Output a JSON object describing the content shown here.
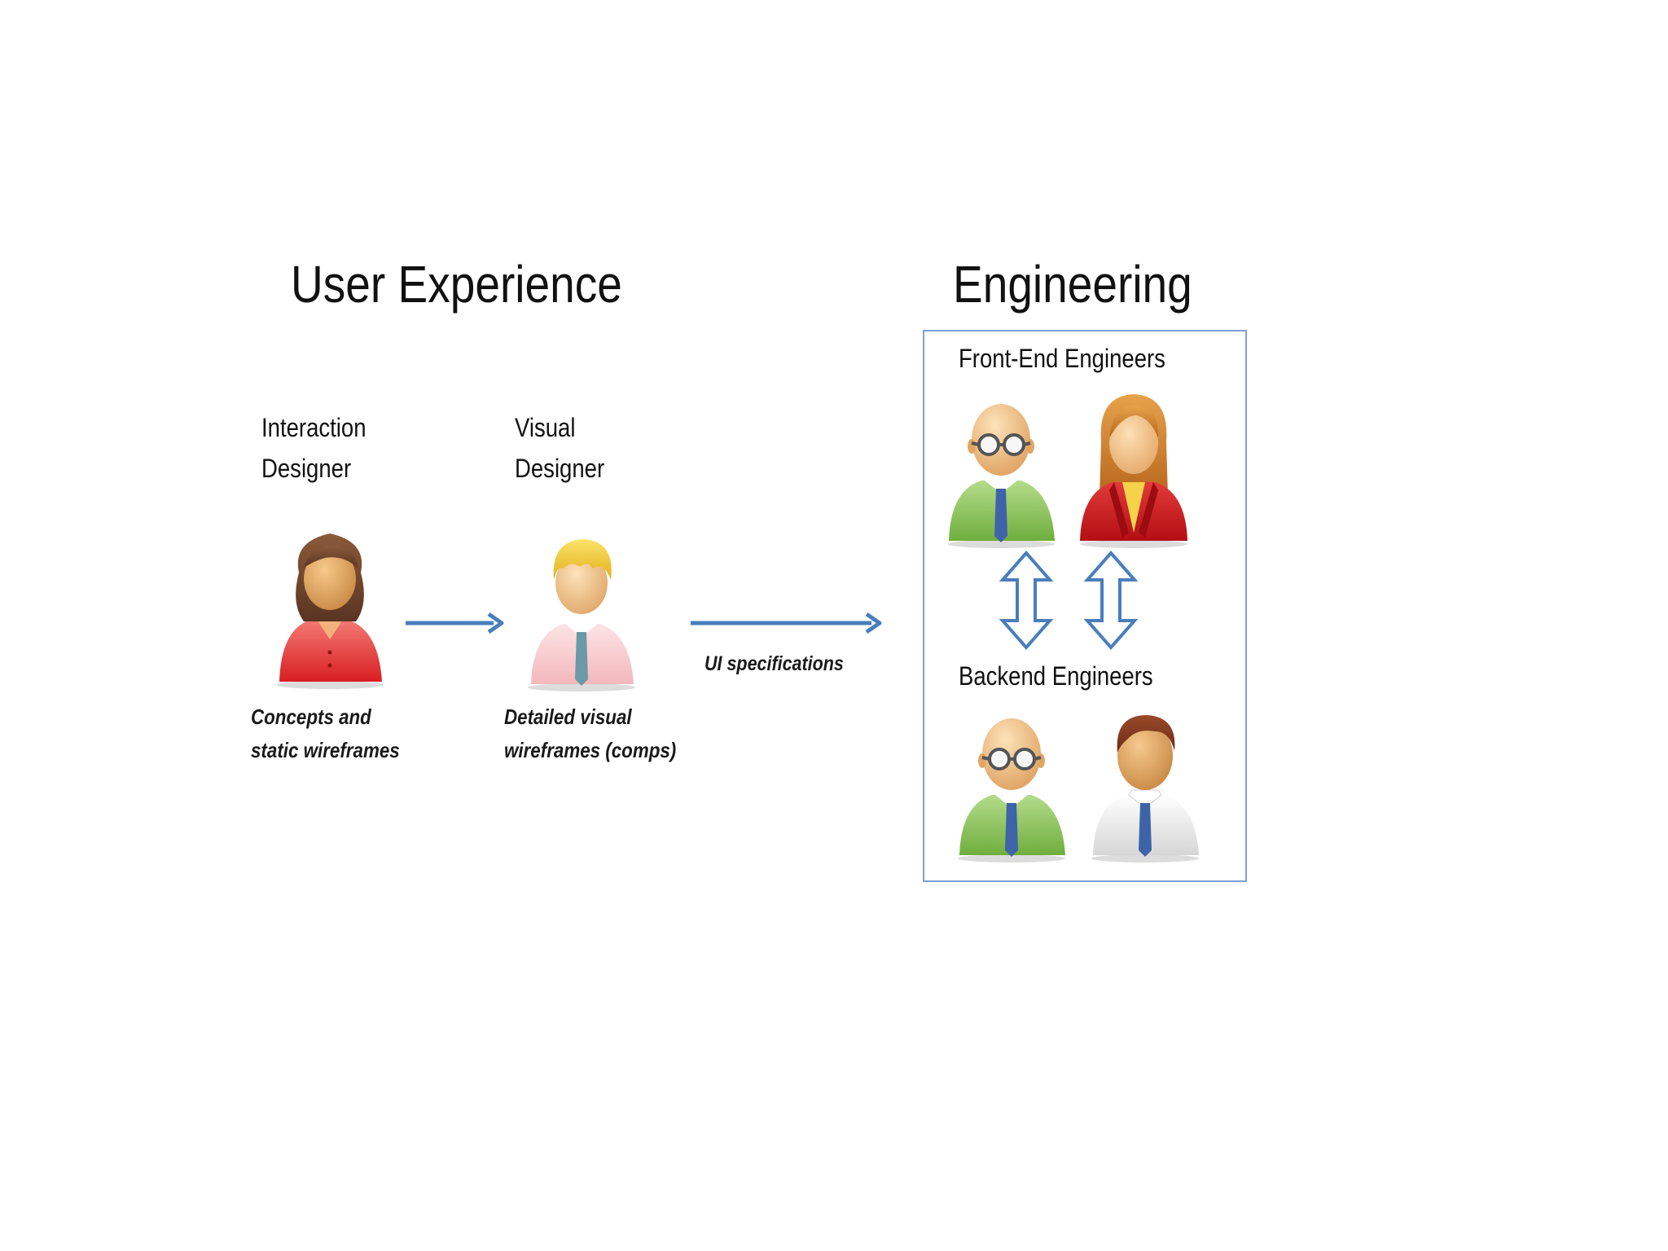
{
  "user_experience": {
    "title": "User Experience",
    "interaction_designer": {
      "label_line1": "Interaction",
      "label_line2": "Designer",
      "note_line1": "Concepts and",
      "note_line2": "static wireframes",
      "icon": "woman-red-shirt-icon",
      "shirt_color": "#e8302f"
    },
    "visual_designer": {
      "label_line1": "Visual",
      "label_line2": "Designer",
      "note_line1": "Detailed visual",
      "note_line2": "wireframes (comps)",
      "icon": "man-blond-pink-shirt-icon",
      "shirt_color": "#f6c9cc"
    }
  },
  "flow": {
    "handoff_label": "UI specifications",
    "arrow_color": "#4a7ebb"
  },
  "engineering": {
    "title": "Engineering",
    "box_border_color": "#7ea0d3",
    "front_end": {
      "label": "Front-End Engineers",
      "members": [
        {
          "icon": "bald-man-glasses-green-shirt-icon",
          "shirt_color": "#8cc25a"
        },
        {
          "icon": "woman-red-jacket-icon",
          "shirt_color": "#c91a1a"
        }
      ]
    },
    "backend": {
      "label": "Backend Engineers",
      "members": [
        {
          "icon": "bald-man-glasses-green-shirt-icon",
          "shirt_color": "#8cc25a"
        },
        {
          "icon": "man-white-shirt-icon",
          "shirt_color": "#f2f2f2"
        }
      ]
    },
    "connector_icon": "double-headed-vertical-arrow-icon"
  }
}
